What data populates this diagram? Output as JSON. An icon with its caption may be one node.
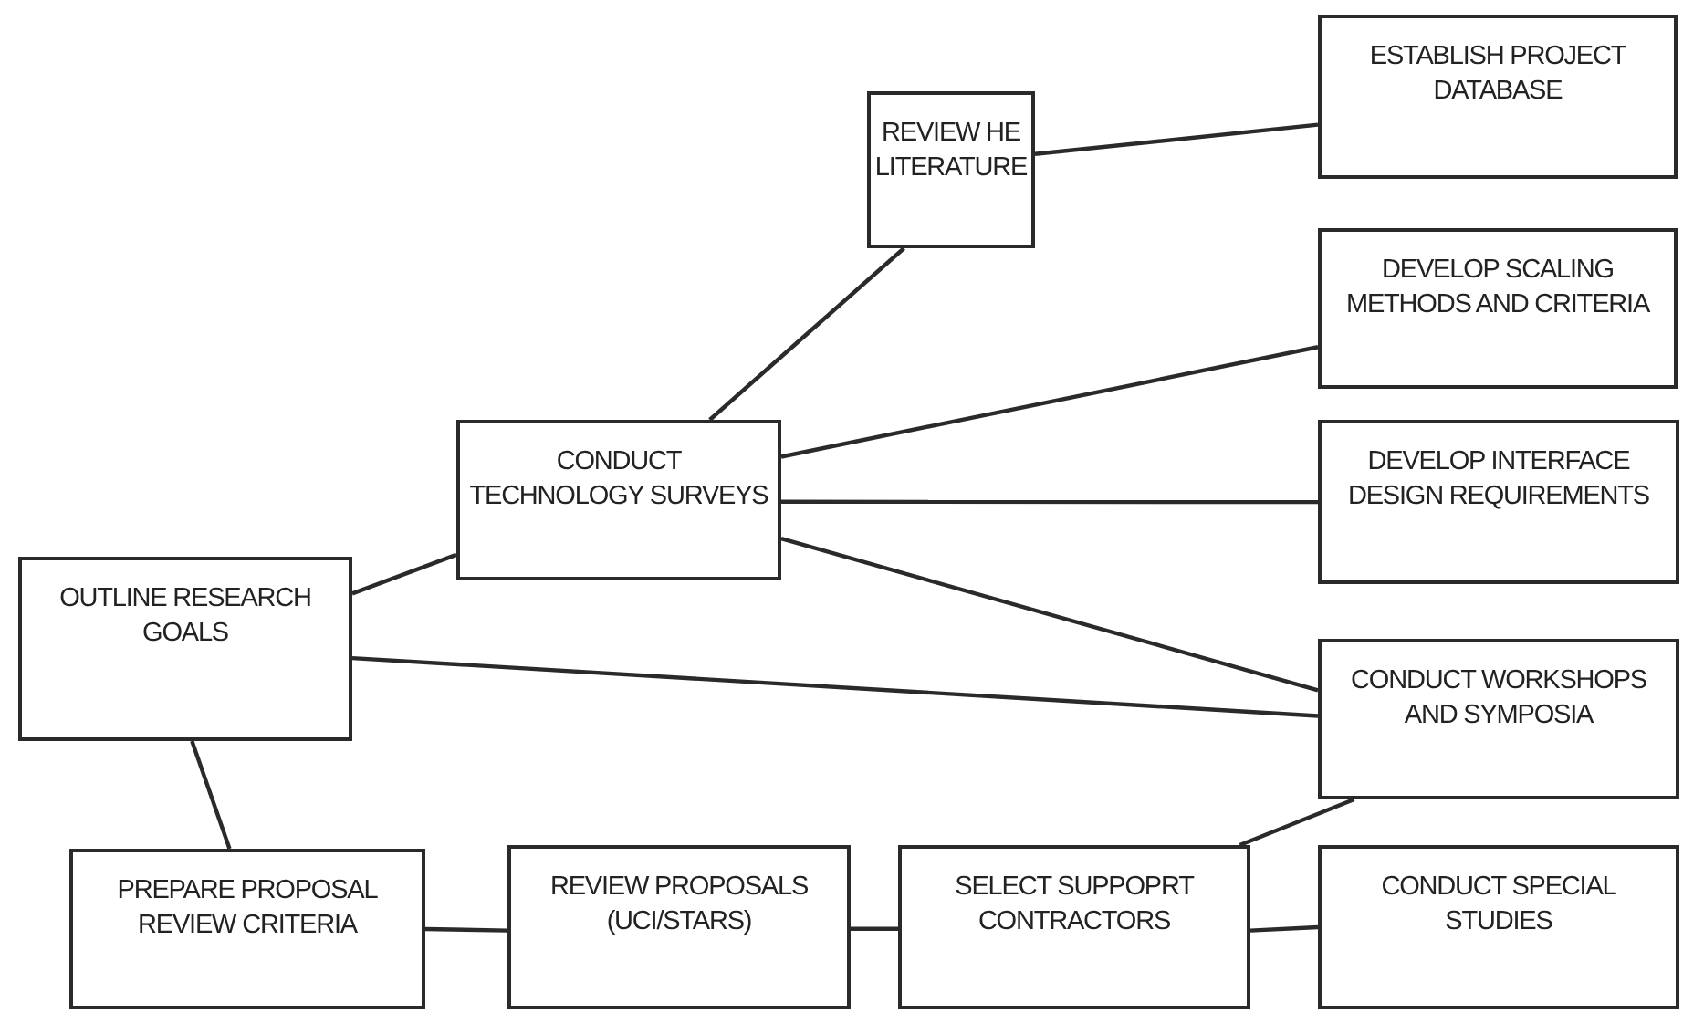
{
  "diagram": {
    "nodes": [
      {
        "text": [
          "REVIEW HE LITERATURE"
        ]
      },
      {
        "text": [
          "ESTABLISH PROJECT DATABASE"
        ]
      },
      {
        "text": [
          "DEVELOP SCALING METHODS AND CRITERIA"
        ]
      },
      {
        "text": [
          "CONDUCT TECHNOLOGY SURVEYS"
        ]
      },
      {
        "text": [
          "DEVELOP INTERFACE DESIGN REQUIREMENTS"
        ]
      },
      {
        "text": [
          "OUTLINE RESEARCH GOALS"
        ]
      },
      {
        "text": [
          "CONDUCT WORKSHOPS AND SYMPOSIA"
        ]
      },
      {
        "text": [
          "PREPARE PROPOSAL REVIEW CRITERIA"
        ]
      },
      {
        "text": [
          "REVIEW PROPOSALS (UCI/STARS)"
        ]
      },
      {
        "text": [
          "SELECT SUPPOPRT CONTRACTORS"
        ]
      },
      {
        "text": [
          "CONDUCT SPECIAL STUDIES"
        ]
      }
    ],
    "edges": [
      {
        "from": 0,
        "to": 1,
        "arrow": "none"
      },
      {
        "from": 3,
        "to": 0,
        "arrow": "none"
      },
      {
        "from": 3,
        "to": 2,
        "arrow": "none"
      },
      {
        "from": 3,
        "to": 4,
        "arrow": "none"
      },
      {
        "from": 3,
        "to": 6,
        "arrow": "none"
      },
      {
        "from": 5,
        "to": 3,
        "arrow": "none"
      },
      {
        "from": 5,
        "to": 6,
        "arrow": "none"
      },
      {
        "from": 5,
        "to": 7,
        "arrow": "none"
      },
      {
        "from": 7,
        "to": 8,
        "arrow": "none"
      },
      {
        "from": 8,
        "to": 9,
        "arrow": "none"
      },
      {
        "from": 9,
        "to": 6,
        "arrow": "none"
      },
      {
        "from": 9,
        "to": 10,
        "arrow": "none"
      }
    ]
  }
}
